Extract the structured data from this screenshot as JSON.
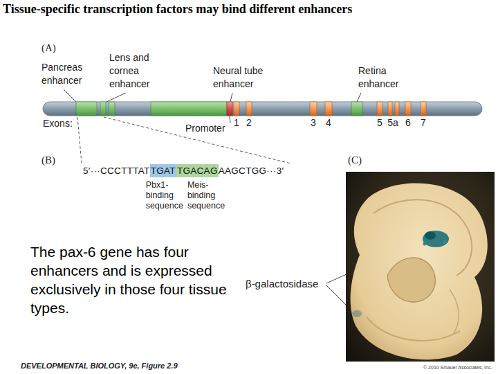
{
  "diagram": {
    "title": "Tissue-specific transcription factors may bind different enhancers",
    "nodes": [
      {
        "text": [
          "TGAT"
        ]
      },
      {
        "text": [
          "TGACAG"
        ]
      }
    ],
    "labels": [
      "(A)",
      "Pancreas enhancer",
      "Lens and cornea enhancer",
      "Neural tube enhancer",
      "Retina enhancer",
      "Exons:",
      "Promoter",
      "1",
      "2",
      "3",
      "4",
      "5",
      "5a",
      "6",
      "7",
      "(B)",
      "5′···CCCTTTAT",
      "AAGCTGG···3′",
      "Pbx1-binding sequence",
      "Meis-binding sequence",
      "(C)",
      "β-galactosidase",
      "The pax-6 gene has four enhancers and is expressed exclusively in those four tissue types.",
      "DEVELOPMENTAL BIOLOGY, 9e, Figure 2.9",
      "© 2010 Sinauer Associates, Inc."
    ]
  }
}
